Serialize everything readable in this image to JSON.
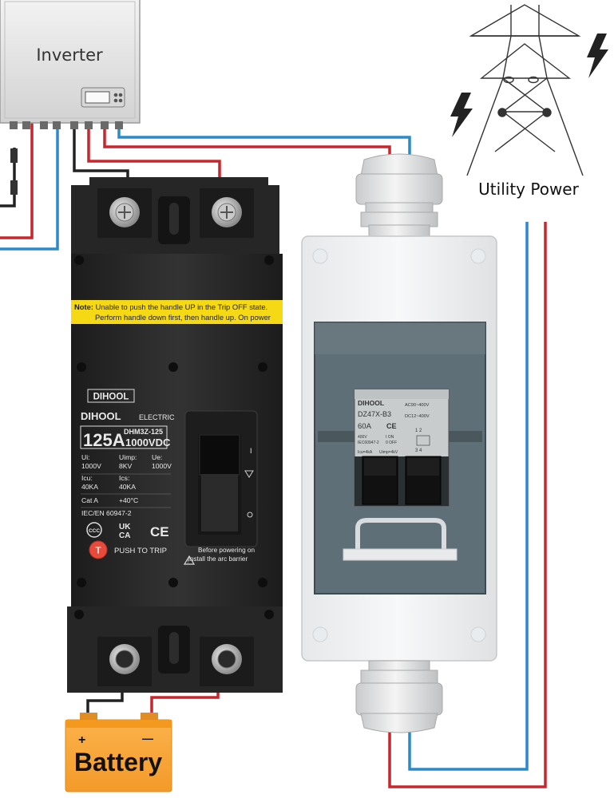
{
  "inverter": {
    "label": "Inverter"
  },
  "utility": {
    "label": "Utility Power"
  },
  "battery": {
    "label": "Battery",
    "plus": "+",
    "minus": "—"
  },
  "breaker": {
    "note_prefix": "Note:",
    "note_line1": "Unable to push the handle UP in the Trip OFF state.",
    "note_line2": "Perform handle down first, then handle up. On power",
    "brand_badge": "DIHOOL",
    "brand": "DIHOOL",
    "brand_suffix": "ELECTRIC",
    "rating": "125A",
    "model": "DHM3Z-125",
    "voltage": "1000VDC",
    "spec_ui_label": "Ui:",
    "spec_ui_value": "1000V",
    "spec_uimp_label": "Uimp:",
    "spec_uimp_value": "8KV",
    "spec_ue_label": "Ue:",
    "spec_ue_value": "1000V",
    "spec_icu_label": "Icu:",
    "spec_icu_value": "40KA",
    "spec_ics_label": "Ics:",
    "spec_ics_value": "40KA",
    "cat": "Cat A",
    "temp": "+40°C",
    "standard": "IEC/EN 60947-2",
    "mark_uk": "UK",
    "mark_ca": "CA",
    "mark_ce": "CE",
    "trip_button": "T",
    "push_to_trip": "PUSH TO TRIP",
    "warning_line1": "Before powering on",
    "warning_line2": "install the arc barrier"
  },
  "mcb": {
    "brand": "DIHOOL",
    "model": "DZ47X-B3",
    "rating": "60A",
    "ac_range": "AC90~400V",
    "dc_range": "DC12~400V",
    "volt": "400V",
    "standard": "IEC60947-2",
    "icu": "Icu=4kA",
    "uimp": "Uimp=4kV",
    "on": "I ON",
    "off": "0 OFF",
    "mark_ce": "CE",
    "terminals_top": "1 2",
    "terminals_bottom": "3 4"
  },
  "colors": {
    "red_wire": "#c8262d",
    "blue_wire": "#2b8ac8",
    "battery": "#f7a437",
    "breaker": "#2a2a2a",
    "note": "#f5d915"
  }
}
